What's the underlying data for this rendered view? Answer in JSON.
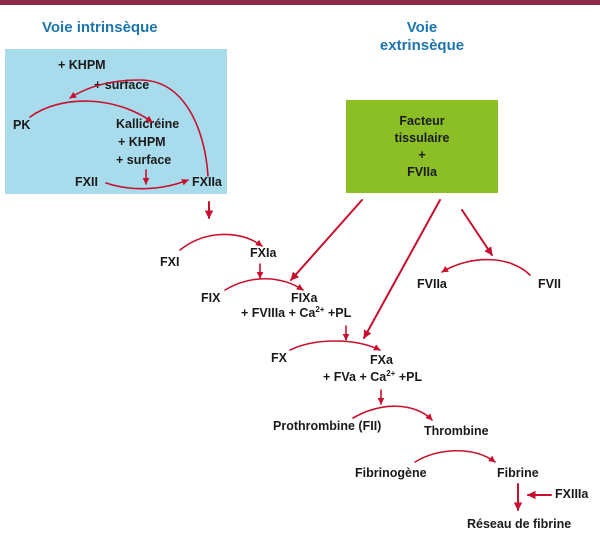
{
  "titles": {
    "intrinsic": "Voie intrinsèque",
    "extrinsic_line1": "Voie",
    "extrinsic_line2": "extrinsèque"
  },
  "intrinsic": {
    "khpm_top": "+ KHPM",
    "surface_top": "+ surface",
    "pk": "PK",
    "kallikrein": "Kallicréine",
    "khpm_mid": "+ KHPM",
    "surface_mid": "+ surface",
    "fxii": "FXII",
    "fxiia": "FXIIa"
  },
  "extrinsic_box": {
    "line1": "Facteur",
    "line2": "tissulaire",
    "line3": "+",
    "line4": "FVIIa"
  },
  "cascade": {
    "fxi": "FXI",
    "fxia": "FXIa",
    "fix": "FIX",
    "fixa": "FIXa",
    "fix_cofactors_a": "+ FVIIIa + Ca",
    "fix_cofactors_sup": "2+",
    "fix_cofactors_b": " +PL",
    "fviia": "FVIIa",
    "fvii": "FVII",
    "fx": "FX",
    "fxa": "FXa",
    "fx_cofactors_a": "+ FVa + Ca",
    "fx_cofactors_sup": "2+",
    "fx_cofactors_b": " +PL",
    "prothrombin": "Prothrombine (FII)",
    "thrombin": "Thrombine",
    "fibrinogen": "Fibrinogène",
    "fibrin": "Fibrine",
    "fxiiia": "FXIIIa",
    "fibrin_network": "Réseau de fibrine"
  },
  "colors": {
    "arrow": "#c8102e",
    "intrinsic_panel": "#a8dcec",
    "extrinsic_box": "#8cbf26",
    "title": "#1d75ac",
    "top_bar": "#8d2a48"
  }
}
